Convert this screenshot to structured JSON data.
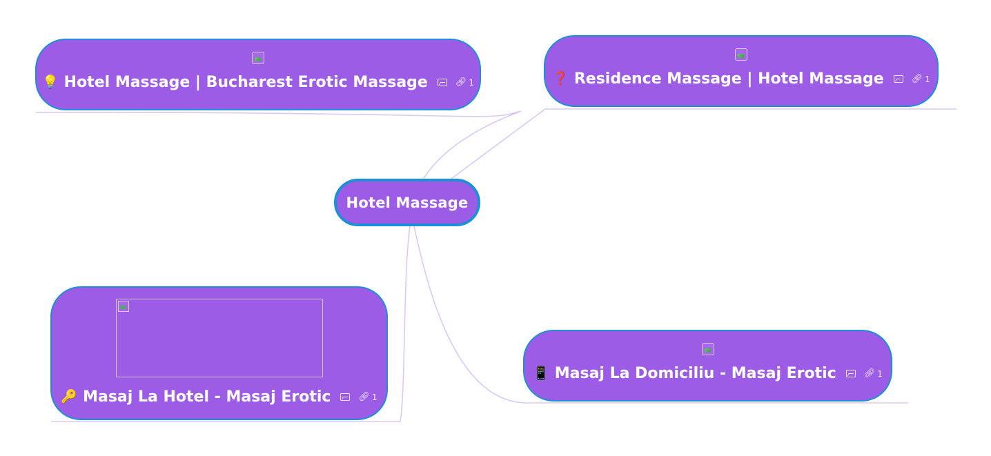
{
  "colors": {
    "node_fill": "#9d5ce5",
    "node_border": "#1e8fd6",
    "connector": "#dcc8f2",
    "text": "#ffffff"
  },
  "root": {
    "label": "Hotel Massage"
  },
  "topics": [
    {
      "id": "t1",
      "emoji": "💡",
      "emoji_name": "lightbulb-icon",
      "label": "Hotel Massage | Bucharest Erotic Massage",
      "link_count": "1",
      "image_size": "small"
    },
    {
      "id": "t2",
      "emoji": "❓",
      "emoji_name": "question-mark-icon",
      "label": "Residence Massage | Hotel Massage",
      "link_count": "1",
      "image_size": "small"
    },
    {
      "id": "t3",
      "emoji": "🔑",
      "emoji_name": "key-icon",
      "label": "Masaj La Hotel - Masaj Erotic",
      "link_count": "1",
      "image_size": "large"
    },
    {
      "id": "t4",
      "emoji": "📱",
      "emoji_name": "mobile-phone-icon",
      "label": "Masaj La Domiciliu - Masaj Erotic",
      "link_count": "1",
      "image_size": "small"
    }
  ],
  "icons": {
    "image_attachment": "image-icon",
    "link": "link-icon"
  }
}
